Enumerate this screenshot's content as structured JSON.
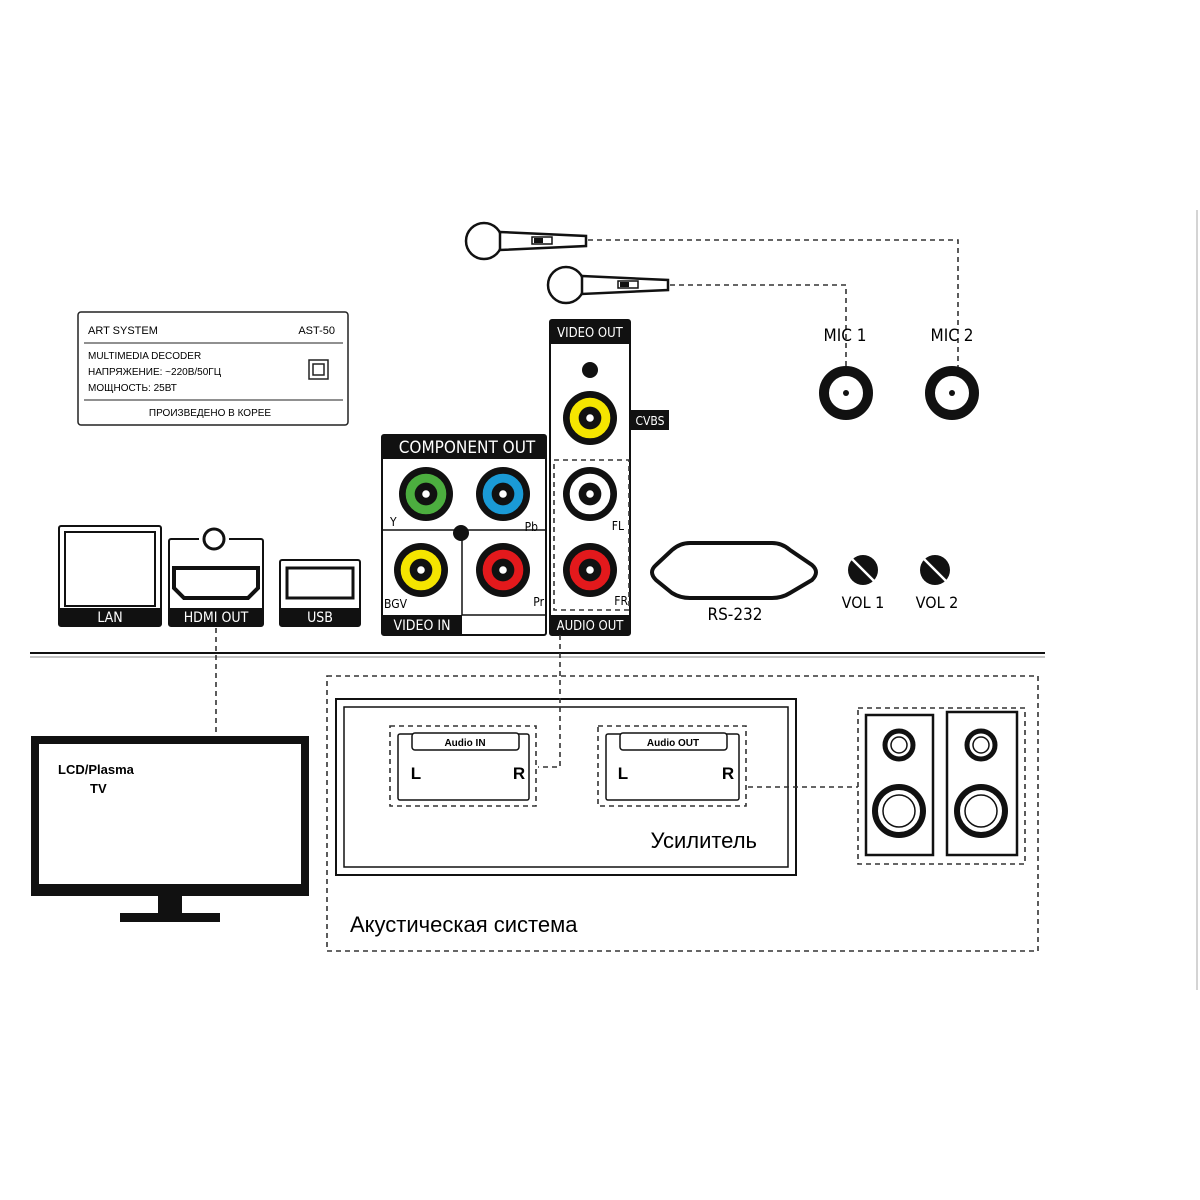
{
  "nameplate": {
    "brand": "ART SYSTEM",
    "model": "AST-50",
    "product": "MULTIMEDIA DECODER",
    "voltage": "НАПРЯЖЕНИЕ: ~220В/50ГЦ",
    "power": "МОЩНОСТЬ: 25ВТ",
    "origin": "ПРОИЗВЕДЕНО В КОРЕЕ"
  },
  "ports": {
    "lan": "LAN",
    "hdmi": "HDMI OUT",
    "usb": "USB",
    "component_out": "COMPONENT OUT",
    "y": "Y",
    "pb": "Pb",
    "pr": "Pr",
    "bgv": "BGV",
    "video_in": "VIDEO IN",
    "video_out": "VIDEO OUT",
    "cvbs": "CVBS",
    "fl": "FL",
    "fr": "FR",
    "audio_out": "AUDIO OUT",
    "rs232": "RS-232",
    "vol1": "VOL 1",
    "vol2": "VOL 2",
    "mic1": "MIC 1",
    "mic2": "MIC 2"
  },
  "tv": {
    "line1": "LCD/Plasma",
    "line2": "TV"
  },
  "amplifier": {
    "audio_in": "Audio IN",
    "audio_out": "Audio OUT",
    "left": "L",
    "right": "R",
    "title": "Усилитель"
  },
  "acoustic_system": {
    "title": "Акустическая система"
  },
  "colors": {
    "green": "#4cae3f",
    "blue": "#1a9ad6",
    "yellow": "#f5e500",
    "red": "#e3191c",
    "black": "#111111"
  }
}
